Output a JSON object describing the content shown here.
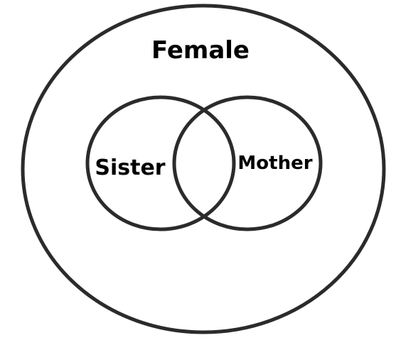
{
  "diagram": {
    "type": "venn",
    "outer_set": {
      "label": "Female"
    },
    "inner_sets": [
      {
        "label": "Sister"
      },
      {
        "label": "Mother"
      }
    ],
    "colors": {
      "stroke": "#2b2b2b",
      "text": "#000000",
      "background": "#ffffff"
    }
  }
}
